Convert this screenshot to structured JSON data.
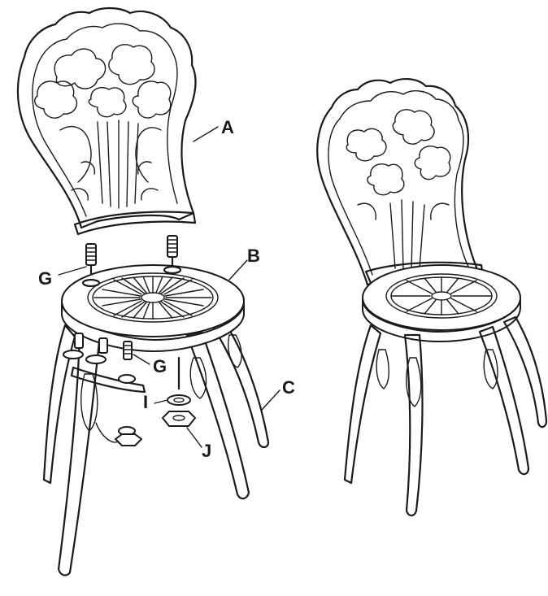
{
  "callouts": {
    "A": "A",
    "B": "B",
    "C": "C",
    "G_top": "G",
    "G_bottom": "G",
    "I": "I",
    "J": "J"
  },
  "colors": {
    "line": "#1a1a1a",
    "background": "#ffffff"
  }
}
